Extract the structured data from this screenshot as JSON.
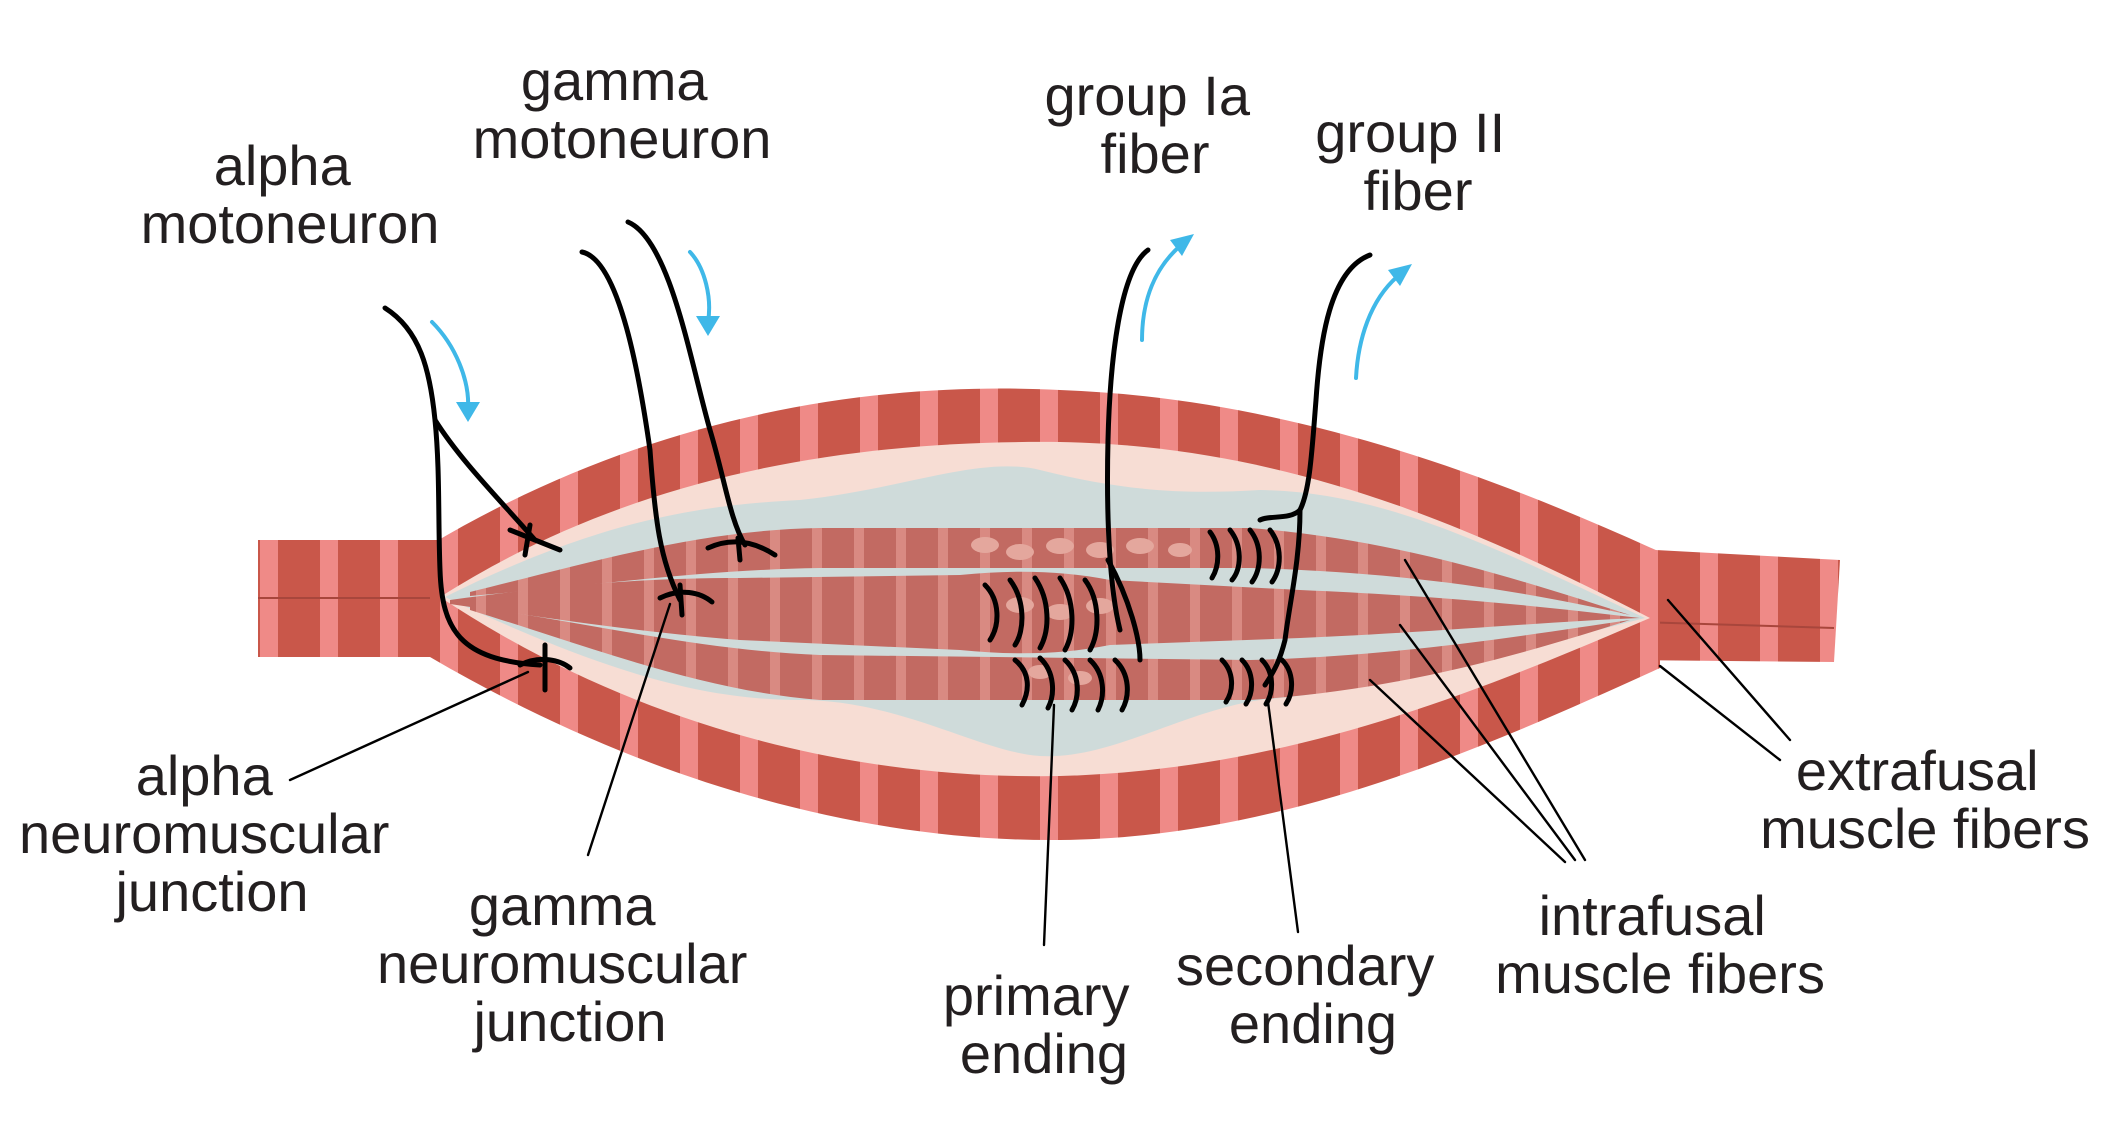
{
  "colors": {
    "extrafusal": "#c9574a",
    "stripe": "#ef8a87",
    "sheath": "#f7ddd4",
    "spindle_fluid": "#cfdbda",
    "intrafusal": "#c26a62",
    "intrafusal_stripe": "#d98a82",
    "nucleus": "#e4a79d",
    "arrow": "#3fb8e8",
    "ink": "#231f20"
  },
  "labels": {
    "alpha_motoneuron": [
      "alpha",
      "motoneuron"
    ],
    "gamma_motoneuron": [
      "gamma",
      "motoneuron"
    ],
    "group_ia_fiber": [
      "group Ia",
      "fiber"
    ],
    "group_ii_fiber": [
      "group II",
      "fiber"
    ],
    "alpha_nmj": [
      "alpha",
      "neuromuscular",
      "junction"
    ],
    "gamma_nmj": [
      "gamma",
      "neuromuscular",
      "junction"
    ],
    "primary_ending": [
      "primary",
      "ending"
    ],
    "secondary_ending": [
      "secondary",
      "ending"
    ],
    "intrafusal_fibers": [
      "intrafusal",
      "muscle fibers"
    ],
    "extrafusal_fibers": [
      "extrafusal",
      "muscle fibers"
    ]
  },
  "icons": {
    "signal_arrow": "arrow-icon"
  }
}
